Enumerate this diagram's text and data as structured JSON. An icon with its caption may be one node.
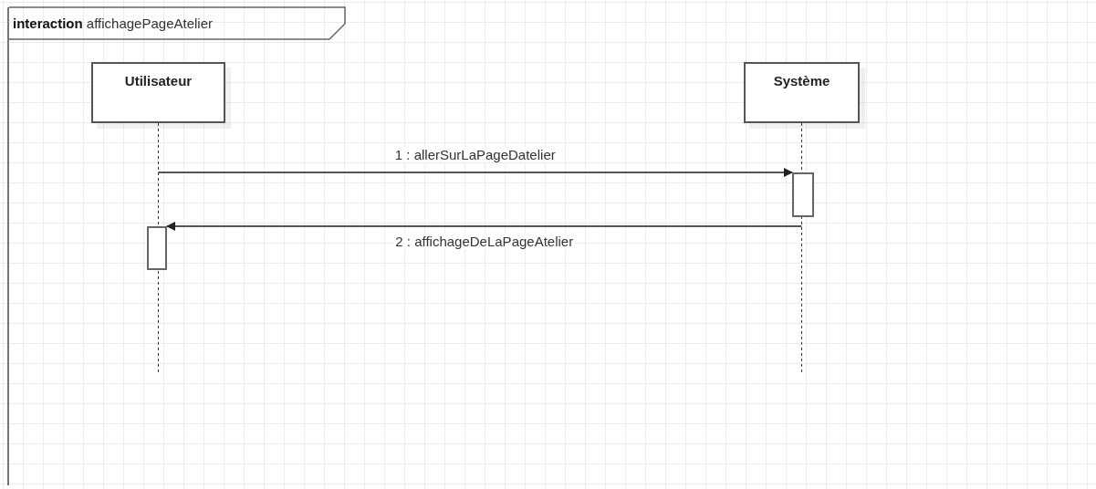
{
  "diagram": {
    "nodes": [
      {
        "text": [
          "**interaction** affichagePageAtelier"
        ]
      },
      {
        "text": [
          "Utilisateur"
        ],
        "in": 0
      },
      {
        "text": [
          "Système"
        ],
        "in": 0
      },
      {
        "text": [],
        "shape": "bar",
        "in": 0
      },
      {
        "text": [],
        "shape": "bar",
        "in": 0
      }
    ],
    "edges": [
      {
        "from": 1,
        "to": 3,
        "arrow": "to",
        "label": "1 : allerSurLaPageDatelier"
      },
      {
        "from": 3,
        "to": 4,
        "arrow": "to",
        "label": "2 : affichageDeLaPageAtelier"
      }
    ]
  }
}
